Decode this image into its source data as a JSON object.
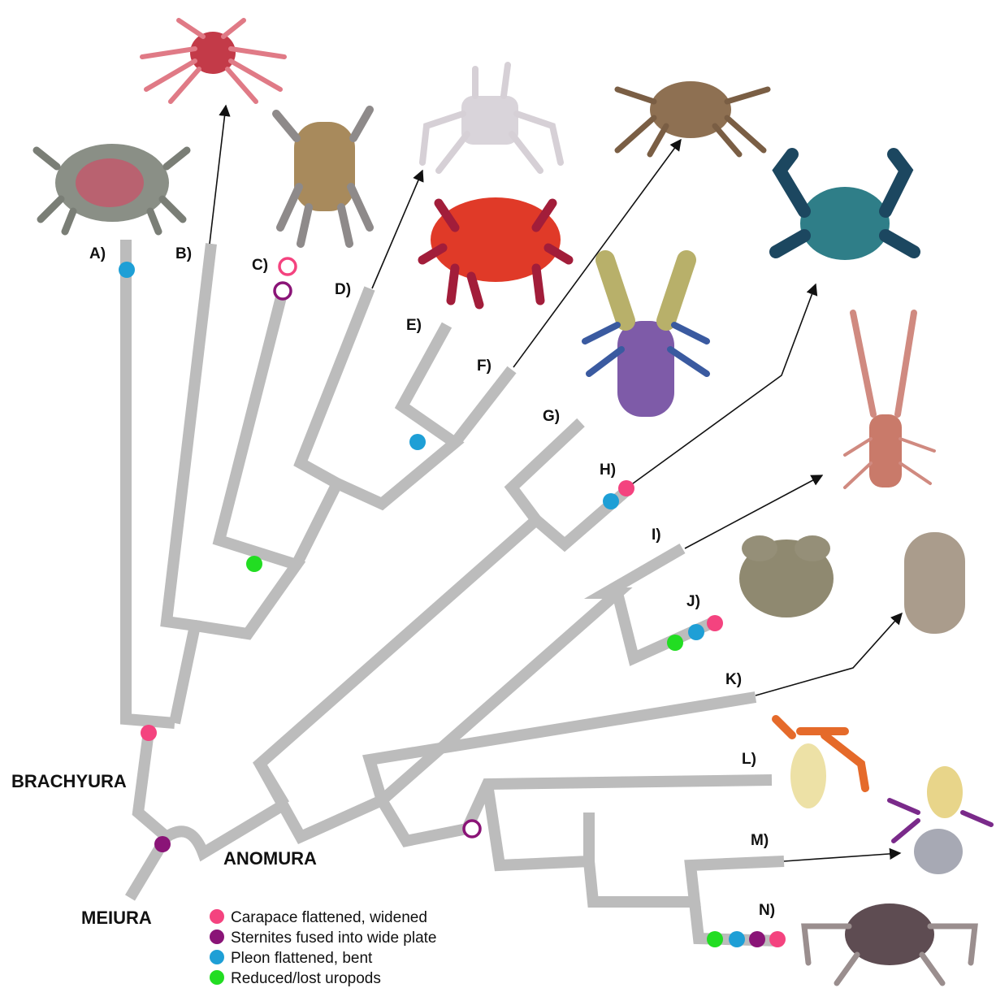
{
  "taxa": {
    "A": "A)",
    "B": "B)",
    "C": "C)",
    "D": "D)",
    "E": "E)",
    "F": "F)",
    "G": "G)",
    "H": "H)",
    "I": "I)",
    "J": "J)",
    "K": "K)",
    "L": "L)",
    "M": "M)",
    "N": "N)"
  },
  "clades": {
    "brachyura": "BRACHYURA",
    "anomura": "ANOMURA",
    "meiura": "MEIURA"
  },
  "legend": [
    {
      "label": "Carapace flattened, widened",
      "color": "#f4437f"
    },
    {
      "label": "Sternites fused into wide plate",
      "color": "#8a1477"
    },
    {
      "label": "Pleon flattened, bent",
      "color": "#1e9fd6"
    },
    {
      "label": "Reduced/lost uropods",
      "color": "#22dd22"
    }
  ],
  "colors": {
    "branch": "#bcbcbc",
    "carapace": "#f4437f",
    "sternites": "#8a1477",
    "pleon": "#1e9fd6",
    "uropods": "#22dd22"
  },
  "images": {
    "A": "crab-photo",
    "B": "spider-crab-photo",
    "C": "spiny-crab-photo",
    "D": "pale-crab-photo",
    "E": "red-crab-photo",
    "F": "squat-lobster-photo",
    "H": "hairy-crab-photo",
    "I": "slender-lobster-photo",
    "J": "porcelain-crab-photo",
    "K": "mole-crab-photo",
    "L": "hermit-crab-photo",
    "M": "shell-hermit-photo",
    "N": "king-crab-photo"
  }
}
